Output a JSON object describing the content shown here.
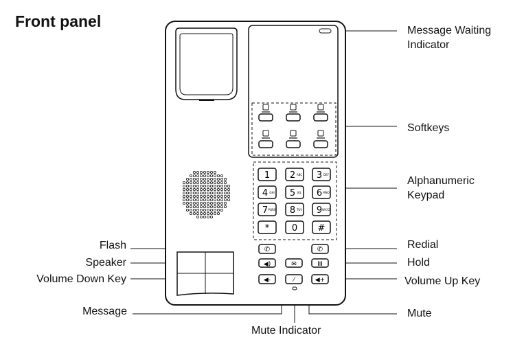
{
  "title": "Front panel",
  "labels": {
    "message_waiting_line1": "Message Waiting",
    "message_waiting_line2": "Indicator",
    "softkeys": "Softkeys",
    "keypad_line1": "Alphanumeric",
    "keypad_line2": "Keypad",
    "redial": "Redial",
    "hold": "Hold",
    "volume_up": "Volume Up Key",
    "mute": "Mute",
    "mute_indicator": "Mute Indicator",
    "message": "Message",
    "flash": "Flash",
    "speaker": "Speaker",
    "volume_down": "Volume Down Key"
  },
  "keypad": [
    {
      "digit": "1",
      "letters": ""
    },
    {
      "digit": "2",
      "letters": "ABC"
    },
    {
      "digit": "3",
      "letters": "DEF"
    },
    {
      "digit": "4",
      "letters": "GHI"
    },
    {
      "digit": "5",
      "letters": "JKL"
    },
    {
      "digit": "6",
      "letters": "MNO"
    },
    {
      "digit": "7",
      "letters": "PQRS"
    },
    {
      "digit": "8",
      "letters": "TUV"
    },
    {
      "digit": "9",
      "letters": "WXYZ"
    },
    {
      "digit": "*",
      "letters": ""
    },
    {
      "digit": "0",
      "letters": ""
    },
    {
      "digit": "#",
      "letters": ""
    }
  ],
  "softkey_icons": [
    "phonebook-icon",
    "quick-dial-icon",
    "intercom-icon",
    "voicemail-icon",
    "settings-icon",
    "headset-icon"
  ]
}
